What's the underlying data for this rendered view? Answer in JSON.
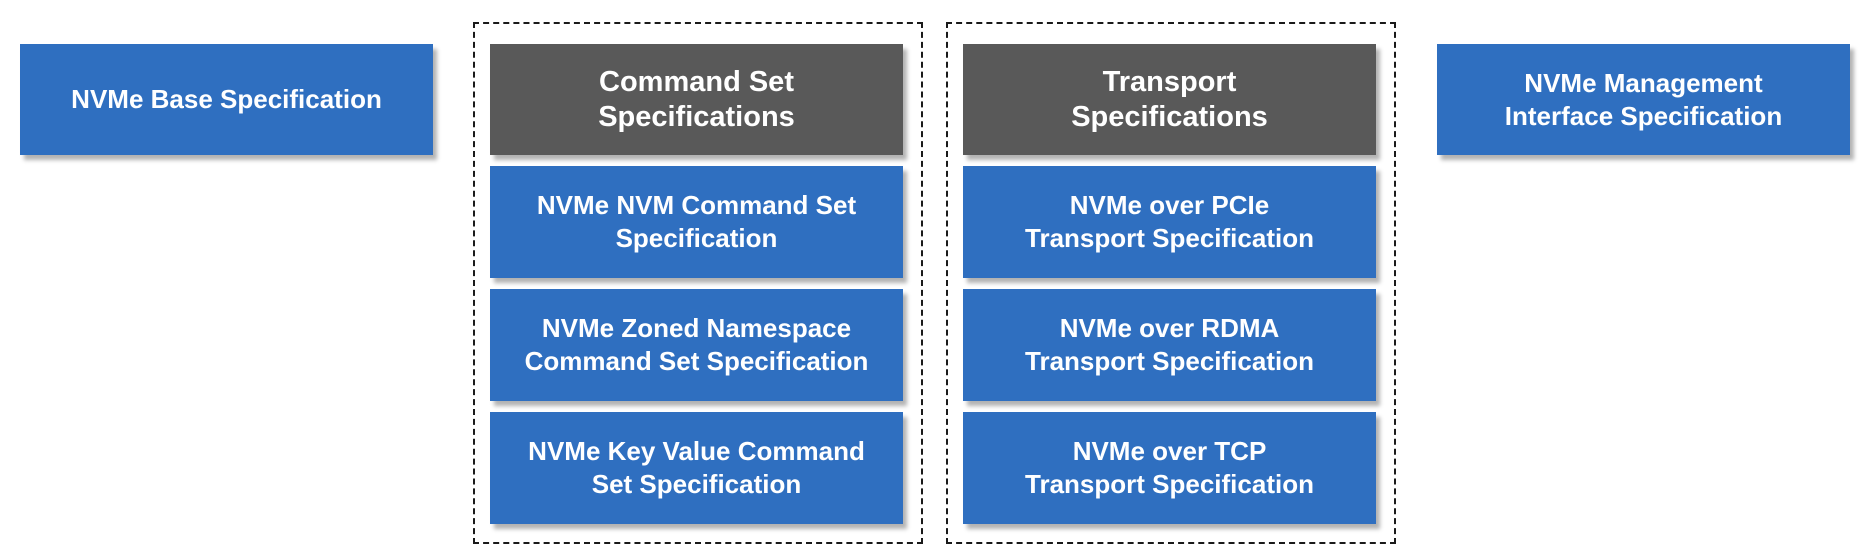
{
  "colors": {
    "spec_box": "#2f6fc0",
    "header_box": "#595959",
    "text": "#ffffff",
    "group_border": "#1a1a1a"
  },
  "base_spec": {
    "label": "NVMe Base Specification"
  },
  "command_set_group": {
    "header": "Command Set\nSpecifications",
    "items": [
      {
        "label": "NVMe NVM Command Set\nSpecification"
      },
      {
        "label": "NVMe Zoned Namespace\nCommand Set Specification"
      },
      {
        "label": "NVMe Key Value Command\nSet Specification"
      }
    ]
  },
  "transport_group": {
    "header": "Transport\nSpecifications",
    "items": [
      {
        "label": "NVMe over PCIe\nTransport Specification"
      },
      {
        "label": "NVMe over RDMA\nTransport Specification"
      },
      {
        "label": "NVMe over TCP\nTransport Specification"
      }
    ]
  },
  "management_spec": {
    "label": "NVMe Management\nInterface Specification"
  }
}
